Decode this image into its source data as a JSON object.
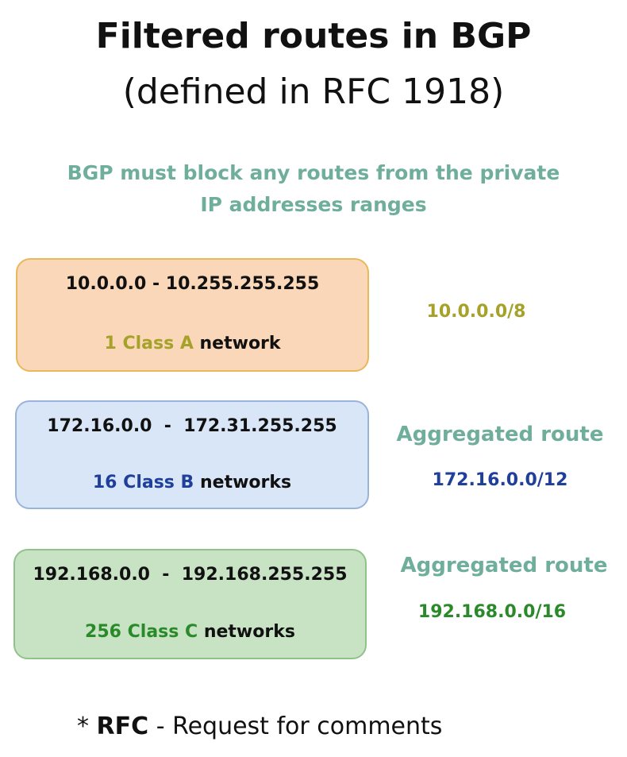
{
  "title": {
    "line1": "Filtered routes in BGP",
    "line2": "(defined in  RFC 1918)"
  },
  "subtitle": {
    "line1": "BGP must block any routes from the private",
    "line2": "IP addresses ranges"
  },
  "blocks": [
    {
      "range": "10.0.0.0 - 10.255.255.255",
      "count": "1",
      "class_label": "Class A",
      "suffix": " network",
      "side_label": "",
      "route": "10.0.0.0/8",
      "accent": "#a6a229"
    },
    {
      "range": "172.16.0.0  -  172.31.255.255",
      "count": "16",
      "class_label": "Class B",
      "suffix": " networks",
      "side_label": "Aggregated route",
      "route": "172.16.0.0/12",
      "accent": "#1f3f9a"
    },
    {
      "range": "192.168.0.0  -  192.168.255.255",
      "count": "256",
      "class_label": "Class C",
      "suffix": " networks",
      "side_label": "Aggregated route",
      "route": "192.168.0.0/16",
      "accent": "#2a8a2a"
    }
  ],
  "footnote": {
    "star": "* ",
    "term": "RFC",
    "definition": " - Request for comments"
  },
  "colors": {
    "subtitle": "#6fae9b",
    "class_a": "#a6a229",
    "class_b": "#1f3f9a",
    "class_c": "#2a8a2a"
  }
}
